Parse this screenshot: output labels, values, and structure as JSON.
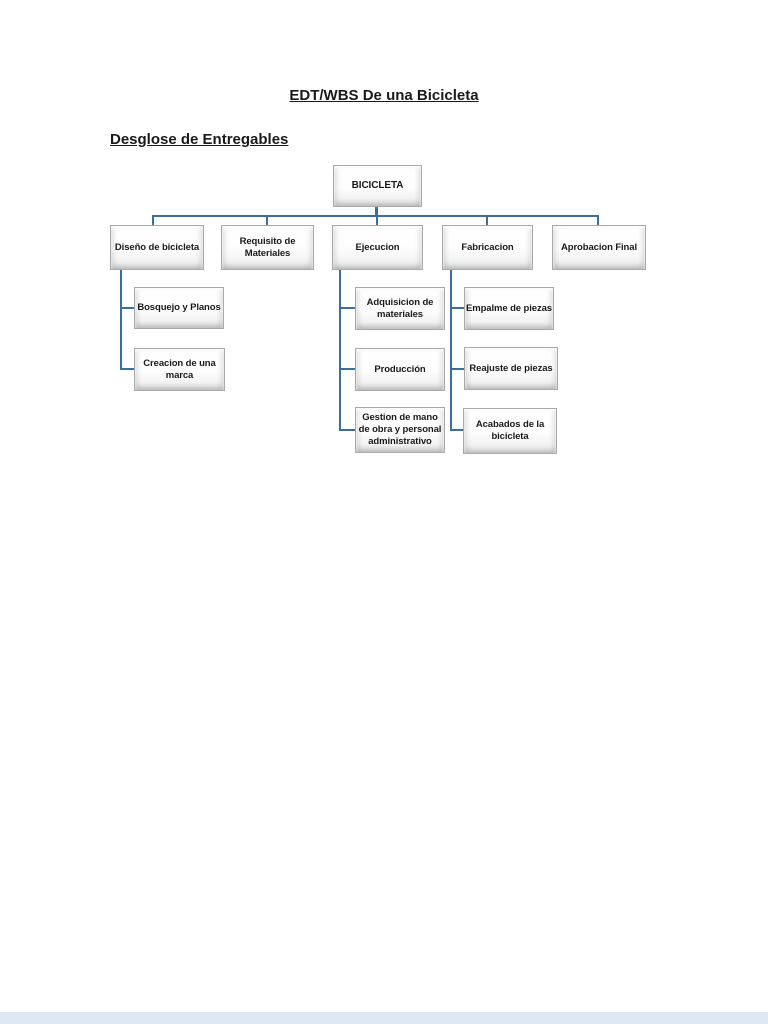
{
  "document": {
    "title": "EDT/WBS De una Bicicleta",
    "subtitle": "Desglose de Entregables"
  },
  "nodes": {
    "root": "BICICLETA",
    "diseno": "Diseño de bicicleta",
    "requisito": "Requisito de Materiales",
    "ejecucion": "Ejecucion",
    "fabricacion": "Fabricacion",
    "aprobacion": "Aprobacion Final",
    "bosquejo": "Bosquejo y Planos",
    "creacion": "Creacion de  una marca",
    "adquisicion": "Adquisicion de materiales",
    "produccion": "Producción",
    "gestion": "Gestion de mano de obra y personal administrativo",
    "empalme": "Empalme de piezas",
    "reajuste": "Reajuste de piezas",
    "acabados": "Acabados de la bicicleta"
  },
  "chart_data": {
    "type": "org-chart",
    "title": "EDT/WBS De una Bicicleta",
    "tree": {
      "label": "BICICLETA",
      "children": [
        {
          "label": "Diseño de bicicleta",
          "children": [
            "Bosquejo y Planos",
            "Creacion de  una marca"
          ]
        },
        {
          "label": "Requisito de Materiales",
          "children": []
        },
        {
          "label": "Ejecucion",
          "children": [
            "Adquisicion de materiales",
            "Producción",
            "Gestion de mano de obra y personal administrativo"
          ]
        },
        {
          "label": "Fabricacion",
          "children": [
            "Empalme de piezas",
            "Reajuste de piezas",
            "Acabados de la bicicleta"
          ]
        },
        {
          "label": "Aprobacion Final",
          "children": []
        }
      ]
    },
    "layout_hint": "root top-center; 5 children on one horizontal rank; grandchildren hang below parents on left-offset vertical connectors"
  },
  "colors": {
    "connector": "#3e6d99",
    "box_border": "#a9a9a9",
    "footer_bar": "#dfe8f2",
    "text": "#1a1a1a",
    "page_background": "#ffffff"
  }
}
